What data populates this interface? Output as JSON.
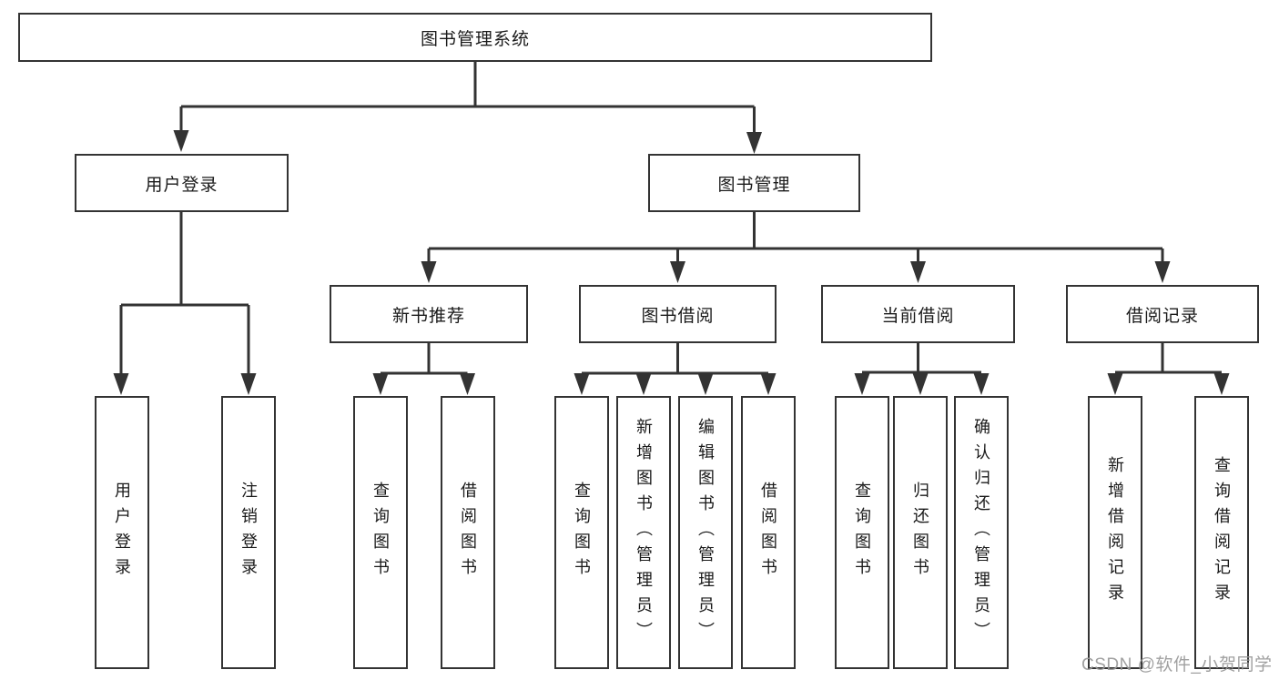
{
  "colors": {
    "background": "#ffffff",
    "line": "#333333",
    "box_border": "#333333",
    "text": "#1a1a1a",
    "watermark": "#989898"
  },
  "nodes": {
    "root": "图书管理系统",
    "user_login": {
      "label": "用户登录",
      "children": [
        "用户登录",
        "注销登录"
      ]
    },
    "book_management": {
      "label": "图书管理",
      "sections": [
        {
          "label": "新书推荐",
          "children": [
            "查询图书",
            "借阅图书"
          ]
        },
        {
          "label": "图书借阅",
          "children": [
            "查询图书",
            "新增图书（管理员）",
            "编辑图书（管理员）",
            "借阅图书"
          ]
        },
        {
          "label": "当前借阅",
          "children": [
            "查询图书",
            "归还图书",
            "确认归还（管理员）"
          ]
        },
        {
          "label": "借阅记录",
          "children": [
            "新增借阅记录",
            "查询借阅记录"
          ]
        }
      ]
    }
  },
  "watermark": {
    "text": "CSDN @软件_小贺同学"
  }
}
